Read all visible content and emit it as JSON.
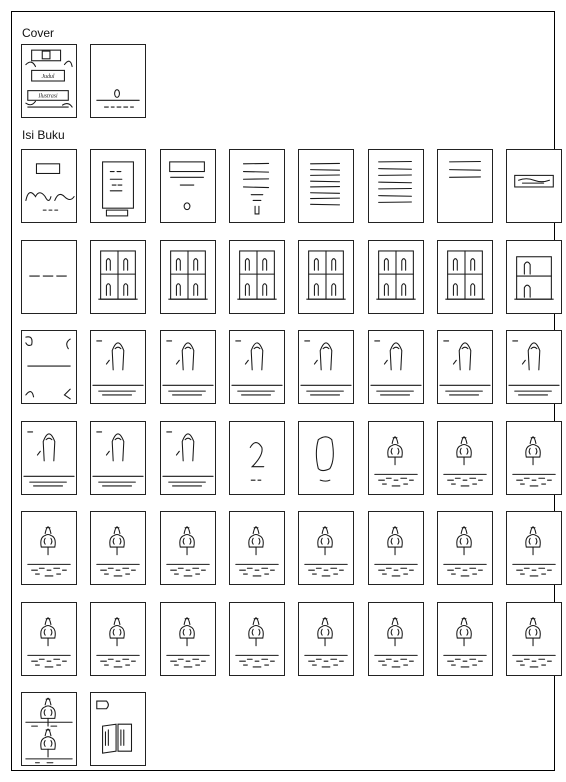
{
  "sections": {
    "cover": {
      "label": "Cover",
      "pages": [
        {
          "sketch": "cover-front",
          "lines": [
            "Judul",
            "Ilustrasi"
          ]
        },
        {
          "sketch": "end"
        }
      ]
    },
    "content": {
      "label": "Isi Buku",
      "pages": [
        {
          "sketch": "intro-hills"
        },
        {
          "sketch": "framed-text"
        },
        {
          "sketch": "title-text"
        },
        {
          "sketch": "text-page"
        },
        {
          "sketch": "dense-text"
        },
        {
          "sketch": "text-lines"
        },
        {
          "sketch": "few-lines"
        },
        {
          "sketch": "box-wave"
        },
        {
          "sketch": "dash-line"
        },
        {
          "sketch": "window-4"
        },
        {
          "sketch": "window-4"
        },
        {
          "sketch": "window-4"
        },
        {
          "sketch": "window-4"
        },
        {
          "sketch": "window-4"
        },
        {
          "sketch": "window-4"
        },
        {
          "sketch": "window-2"
        },
        {
          "sketch": "corner-ornament"
        },
        {
          "sketch": "figure-ground"
        },
        {
          "sketch": "figure-ground"
        },
        {
          "sketch": "figure-ground"
        },
        {
          "sketch": "figure-ground"
        },
        {
          "sketch": "figure-ground"
        },
        {
          "sketch": "figure-ground"
        },
        {
          "sketch": "figure-ground"
        },
        {
          "sketch": "figure-ground"
        },
        {
          "sketch": "figure-ground"
        },
        {
          "sketch": "figure-ground"
        },
        {
          "sketch": "squiggle"
        },
        {
          "sketch": "oval"
        },
        {
          "sketch": "figure-grass"
        },
        {
          "sketch": "figure-grass"
        },
        {
          "sketch": "figure-grass"
        },
        {
          "sketch": "figure-grass"
        },
        {
          "sketch": "figure-grass"
        },
        {
          "sketch": "figure-grass"
        },
        {
          "sketch": "figure-grass"
        },
        {
          "sketch": "figure-grass"
        },
        {
          "sketch": "figure-grass"
        },
        {
          "sketch": "figure-grass"
        },
        {
          "sketch": "figure-grass"
        },
        {
          "sketch": "figure-grass"
        },
        {
          "sketch": "figure-grass"
        },
        {
          "sketch": "figure-grass"
        },
        {
          "sketch": "figure-grass"
        },
        {
          "sketch": "figure-grass"
        },
        {
          "sketch": "figure-grass"
        },
        {
          "sketch": "figure-grass"
        },
        {
          "sketch": "figure-grass"
        },
        {
          "sketch": "double-figure"
        },
        {
          "sketch": "book-closing"
        }
      ]
    }
  },
  "colors": {
    "ink": "#1a1a1a",
    "paper": "#ffffff"
  }
}
